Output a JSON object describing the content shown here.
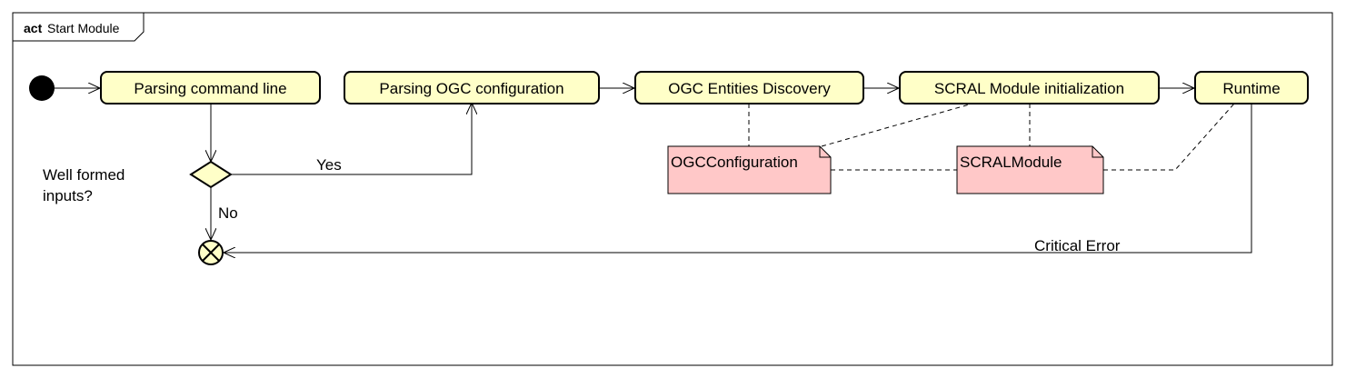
{
  "frame": {
    "keyword": "act",
    "name": "Start Module"
  },
  "actions": {
    "parse_cmd": "Parsing command line",
    "parse_ogc": "Parsing OGC configuration",
    "discovery": "OGC Entities Discovery",
    "scral_init": "SCRAL Module initialization",
    "runtime": "Runtime"
  },
  "decision": {
    "question_line1": "Well formed",
    "question_line2": "inputs?"
  },
  "guards": {
    "yes": "Yes",
    "no": "No",
    "critical_error": "Critical Error"
  },
  "notes": {
    "ogc_config": "OGCConfiguration",
    "scral_module": "SCRALModule"
  },
  "colors": {
    "action_fill": "#ffffc8",
    "note_fill": "#ffc8c8",
    "stroke": "#000000"
  }
}
